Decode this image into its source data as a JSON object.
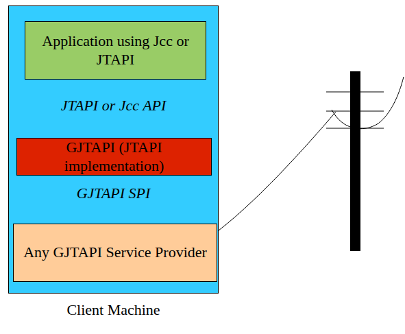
{
  "diagram": {
    "nodes": [
      {
        "text": [
          "Client Machine"
        ]
      },
      {
        "text": [
          "Application using Jcc or JTAPI"
        ],
        "in": 0
      },
      {
        "text": [
          "GJTAPI (JTAPI implementation)"
        ],
        "in": 0
      },
      {
        "text": [
          "Any GJTAPI Service Provider"
        ],
        "in": 0
      }
    ],
    "labels": [
      "JTAPI or Jcc API",
      "GJTAPI SPI"
    ]
  }
}
